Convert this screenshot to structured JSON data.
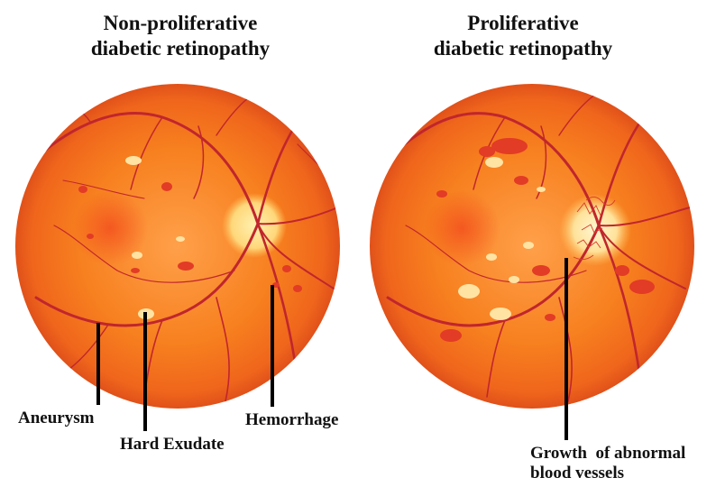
{
  "left_panel": {
    "title_line1": "Non-proliferative",
    "title_line2": "diabetic retinopathy",
    "labels": {
      "aneurysm": "Aneurysm",
      "hard_exudate": "Hard Exudate",
      "hemorrhage": "Hemorrhage"
    }
  },
  "right_panel": {
    "title_line1": "Proliferative",
    "title_line2": "diabetic retinopathy",
    "labels": {
      "growth_line1": "Growth  of abnormal",
      "growth_line2": "blood vessels"
    }
  },
  "colors": {
    "retina_center": "#ffb24a",
    "retina_mid": "#f7791f",
    "retina_edge": "#e8501a",
    "vessel": "#c0262d",
    "optic_disc": "#ffe08a",
    "exudate": "#ffe3a3",
    "hemorrhage": "#e23b26",
    "pointer": "#000000"
  }
}
